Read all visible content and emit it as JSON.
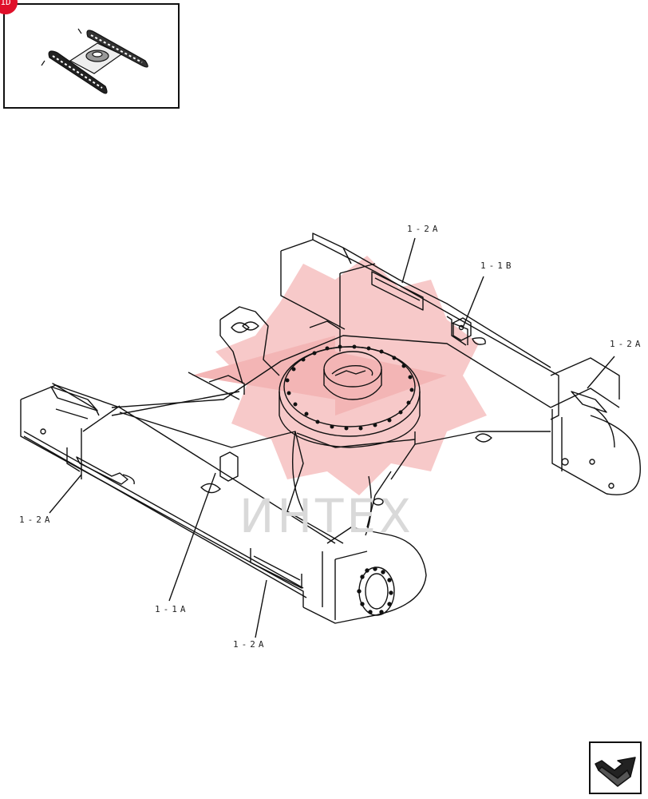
{
  "thumbnail": {
    "badge": "1D"
  },
  "callouts": [
    {
      "id": "top-1-2a",
      "text": "1-2A"
    },
    {
      "id": "right-1-2a",
      "text": "1-2A"
    },
    {
      "id": "left-1-2a",
      "text": "1-2A"
    },
    {
      "id": "bottom-1-2a",
      "text": "1-2A"
    },
    {
      "id": "1-1b",
      "text": "1-1B"
    },
    {
      "id": "1-1a",
      "text": "1-1A"
    }
  ],
  "watermark": {
    "text": "ИНТЕХ",
    "logo_color": "#f5b8b8",
    "text_color": "#d9d9d9"
  },
  "nav": {
    "icon": "next-page-arrow-icon"
  }
}
